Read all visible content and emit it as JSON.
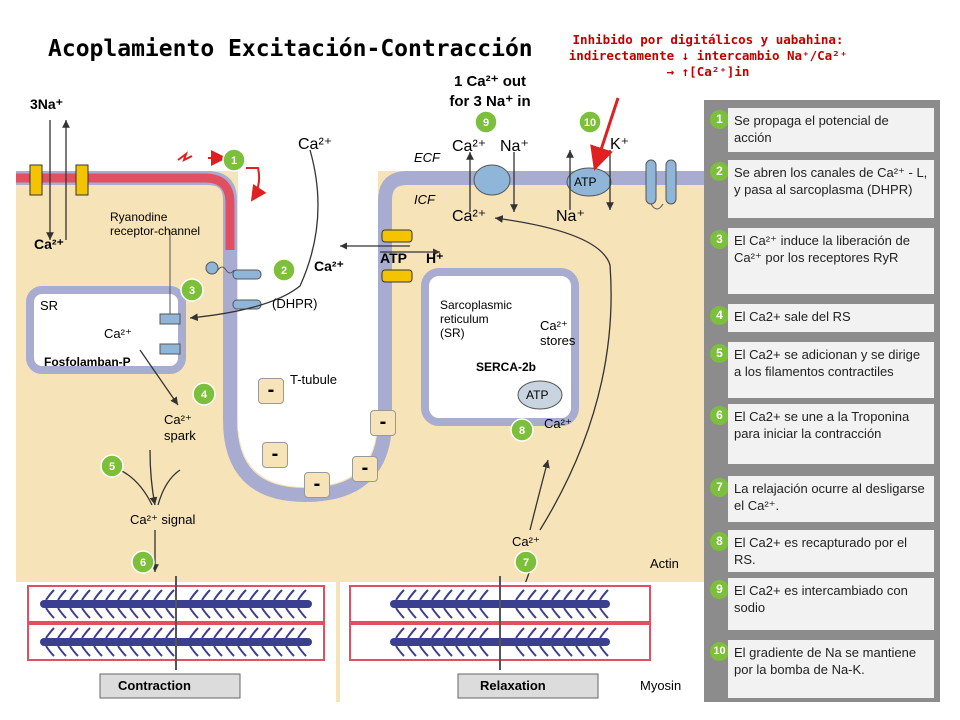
{
  "title": "Acoplamiento Excitación-Contracción",
  "inhibition_note": {
    "line1": "Inhibido por digitálicos y uabahina:",
    "line2": "indirectamente ↓ intercambio Na⁺/Ca²⁺",
    "line3": "→ ↑[Ca²⁺]in"
  },
  "exchange_ratio": {
    "line1": "1 Ca²⁺ out",
    "line2": "for 3 Na⁺ in"
  },
  "left_labels": {
    "na": "3Na⁺",
    "ca": "Ca²⁺",
    "ca_mid": "Ca²⁺",
    "atp": "ATP",
    "h": "H⁺",
    "dhpr": "(DHPR)",
    "fosfolamban": "Fosfolamban-P",
    "serca": "SERCA-2b"
  },
  "diagram": {
    "ryanodine": "Ryanodine\nreceptor-channel",
    "sr": "SR",
    "sr_ca": "Ca²⁺",
    "ca_top": "Ca²⁺",
    "ecf": "ECF",
    "icf": "ICF",
    "ttubule": "T-tubule",
    "sr_title": "Sarcoplasmic\nreticulum\n(SR)",
    "ca_stores": "Ca²⁺\nstores",
    "atp": "ATP",
    "ca_spark": "Ca²⁺\nspark",
    "ca_signal": "Ca²⁺ signal",
    "ca_7": "Ca²⁺",
    "ca_8": "Ca²⁺",
    "ex_ca_out": "Ca²⁺",
    "ex_na_out": "Na⁺",
    "ex_ca_in": "Ca²⁺",
    "ex_na_in": "Na⁺",
    "pump_atp": "ATP",
    "k": "K⁺",
    "actin": "Actin",
    "myosin": "Myosin",
    "contraction": "Contraction",
    "relaxation": "Relaxation",
    "minus": "-"
  },
  "steps": [
    {
      "n": "1",
      "text": "Se propaga el potencial de acción"
    },
    {
      "n": "2",
      "text": "Se abren los canales de Ca²⁺ - L, y pasa al sarcoplasma (DHPR)"
    },
    {
      "n": "3",
      "text": "El Ca²⁺ induce la liberación de Ca²⁺ por los receptores RyR"
    },
    {
      "n": "4",
      "text": "El Ca2+ sale del RS"
    },
    {
      "n": "5",
      "text": "El Ca2+ se adicionan y se dirige a los filamentos contractiles"
    },
    {
      "n": "6",
      "text": "El Ca2+ se une a la Troponina para iniciar la contracción"
    },
    {
      "n": "7",
      "text": "La relajación ocurre al desligarse el Ca²⁺."
    },
    {
      "n": "8",
      "text": "El Ca2+ es recapturado por el RS."
    },
    {
      "n": "9",
      "text": "El Ca2+ es intercambiado con sodio"
    },
    {
      "n": "10",
      "text": "El gradiente de Na se mantiene por la bomba de Na-K."
    }
  ],
  "colors": {
    "cytoplasm": "#f6e3b8",
    "membrane": "#a8acd0",
    "badge": "#7cbf3a",
    "red": "#c00000",
    "channel": "#f5c400"
  }
}
